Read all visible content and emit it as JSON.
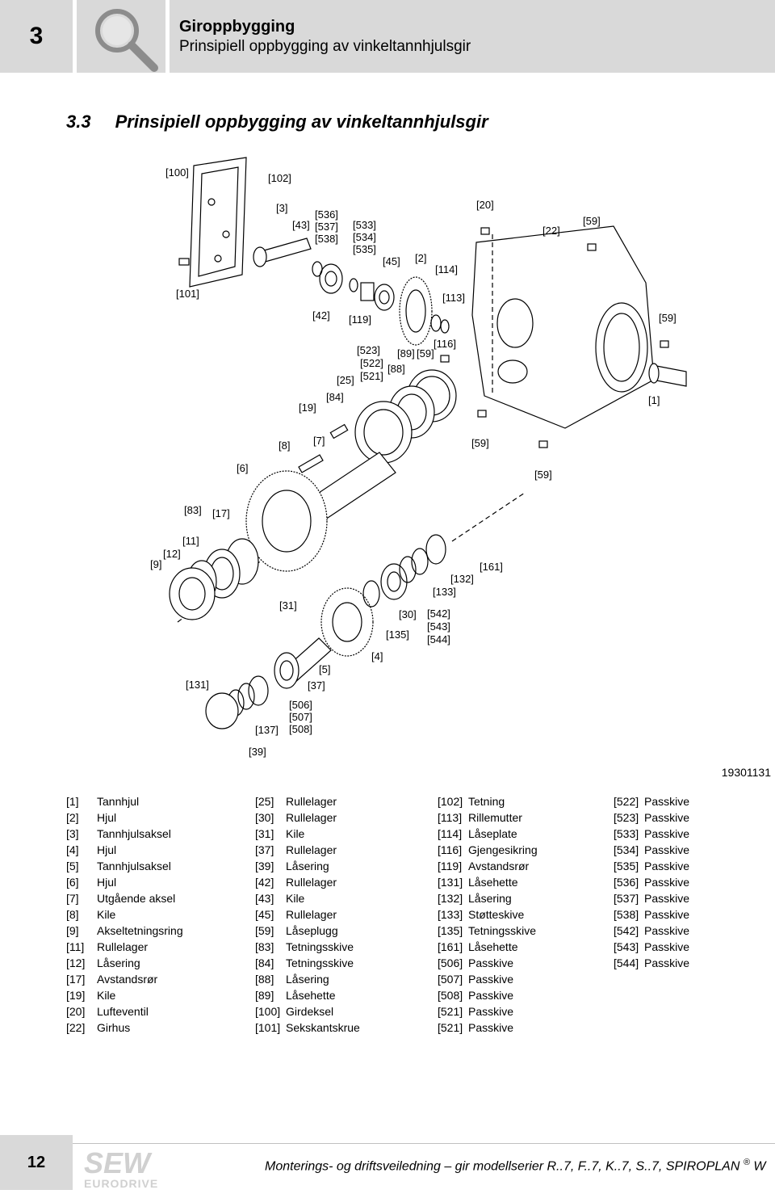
{
  "header": {
    "chapter_number": "3",
    "title": "Giroppbygging",
    "subtitle": "Prinsipiell oppbygging av vinkeltannhjulsgir",
    "icon": "magnifier-icon"
  },
  "section": {
    "number": "3.3",
    "title": "Prinsipiell oppbygging av vinkeltannhjulsgir"
  },
  "figure": {
    "id": "19301131",
    "callouts": [
      "[100]",
      "[102]",
      "[3]",
      "[536]",
      "[43]",
      "[537]",
      "[538]",
      "[533]",
      "[534]",
      "[535]",
      "[20]",
      "[22]",
      "[59]",
      "[45]",
      "[2]",
      "[114]",
      "[101]",
      "[42]",
      "[119]",
      "[113]",
      "[59]",
      "[523]",
      "[89]",
      "[59]",
      "[116]",
      "[522]",
      "[88]",
      "[521]",
      "[25]",
      "[84]",
      "[19]",
      "[1]",
      "[7]",
      "[8]",
      "[59]",
      "[6]",
      "[59]",
      "[83]",
      "[17]",
      "[11]",
      "[12]",
      "[9]",
      "[161]",
      "[132]",
      "[133]",
      "[31]",
      "[30]",
      "[542]",
      "[135]",
      "[543]",
      "[544]",
      "[4]",
      "[5]",
      "[131]",
      "[37]",
      "[506]",
      "[507]",
      "[137]",
      "[508]",
      "[39]"
    ]
  },
  "legend": {
    "col1": [
      {
        "ref": "[1]",
        "text": "Tannhjul"
      },
      {
        "ref": "[2]",
        "text": "Hjul"
      },
      {
        "ref": "[3]",
        "text": "Tannhjulsaksel"
      },
      {
        "ref": "[4]",
        "text": "Hjul"
      },
      {
        "ref": "[5]",
        "text": "Tannhjulsaksel"
      },
      {
        "ref": "[6]",
        "text": "Hjul"
      },
      {
        "ref": "[7]",
        "text": "Utgående aksel"
      },
      {
        "ref": "[8]",
        "text": "Kile"
      },
      {
        "ref": "[9]",
        "text": "Akseltetningsring"
      },
      {
        "ref": "[11]",
        "text": "Rullelager"
      },
      {
        "ref": "[12]",
        "text": "Låsering"
      },
      {
        "ref": "[17]",
        "text": "Avstandsrør"
      },
      {
        "ref": "[19]",
        "text": "Kile"
      },
      {
        "ref": "[20]",
        "text": "Lufteventil"
      },
      {
        "ref": "[22]",
        "text": "Girhus"
      }
    ],
    "col2": [
      {
        "ref": "[25]",
        "text": "Rullelager"
      },
      {
        "ref": "[30]",
        "text": "Rullelager"
      },
      {
        "ref": "[31]",
        "text": "Kile"
      },
      {
        "ref": "[37]",
        "text": "Rullelager"
      },
      {
        "ref": "[39]",
        "text": "Låsering"
      },
      {
        "ref": "[42]",
        "text": "Rullelager"
      },
      {
        "ref": "[43]",
        "text": "Kile"
      },
      {
        "ref": "[45]",
        "text": "Rullelager"
      },
      {
        "ref": "[59]",
        "text": "Låseplugg"
      },
      {
        "ref": "[83]",
        "text": "Tetningsskive"
      },
      {
        "ref": "[84]",
        "text": "Tetningsskive"
      },
      {
        "ref": "[88]",
        "text": "Låsering"
      },
      {
        "ref": "[89]",
        "text": "Låsehette"
      },
      {
        "ref": "[100]",
        "text": "Girdeksel"
      },
      {
        "ref": "[101]",
        "text": "Sekskantskrue"
      }
    ],
    "col3": [
      {
        "ref": "[102]",
        "text": "Tetning"
      },
      {
        "ref": "[113]",
        "text": "Rillemutter"
      },
      {
        "ref": "[114]",
        "text": "Låseplate"
      },
      {
        "ref": "[116]",
        "text": "Gjengesikring"
      },
      {
        "ref": "[119]",
        "text": "Avstandsrør"
      },
      {
        "ref": "[131]",
        "text": "Låsehette"
      },
      {
        "ref": "[132]",
        "text": "Låsering"
      },
      {
        "ref": "[133]",
        "text": "Støtteskive"
      },
      {
        "ref": "[135]",
        "text": "Tetningsskive"
      },
      {
        "ref": "[161]",
        "text": "Låsehette"
      },
      {
        "ref": "[506]",
        "text": "Passkive"
      },
      {
        "ref": "[507]",
        "text": "Passkive"
      },
      {
        "ref": "[508]",
        "text": "Passkive"
      },
      {
        "ref": "[521]",
        "text": "Passkive"
      },
      {
        "ref": "[521]",
        "text": "Passkive"
      }
    ],
    "col4": [
      {
        "ref": "[522]",
        "text": "Passkive"
      },
      {
        "ref": "[523]",
        "text": "Passkive"
      },
      {
        "ref": "[533]",
        "text": "Passkive"
      },
      {
        "ref": "[534]",
        "text": "Passkive"
      },
      {
        "ref": "[535]",
        "text": "Passkive"
      },
      {
        "ref": "[536]",
        "text": "Passkive"
      },
      {
        "ref": "[537]",
        "text": "Passkive"
      },
      {
        "ref": "[538]",
        "text": "Passkive"
      },
      {
        "ref": "[542]",
        "text": "Passkive"
      },
      {
        "ref": "[543]",
        "text": "Passkive"
      },
      {
        "ref": "[544]",
        "text": "Passkive"
      }
    ]
  },
  "footer": {
    "page_number": "12",
    "logo_top": "SEW",
    "logo_bottom": "EURODRIVE",
    "text": "Monterings- og driftsveiledning – gir modellserier R..7, F..7, K..7, S..7, SPIROPLAN",
    "registered_mark": "®",
    "text_tail": " W"
  }
}
